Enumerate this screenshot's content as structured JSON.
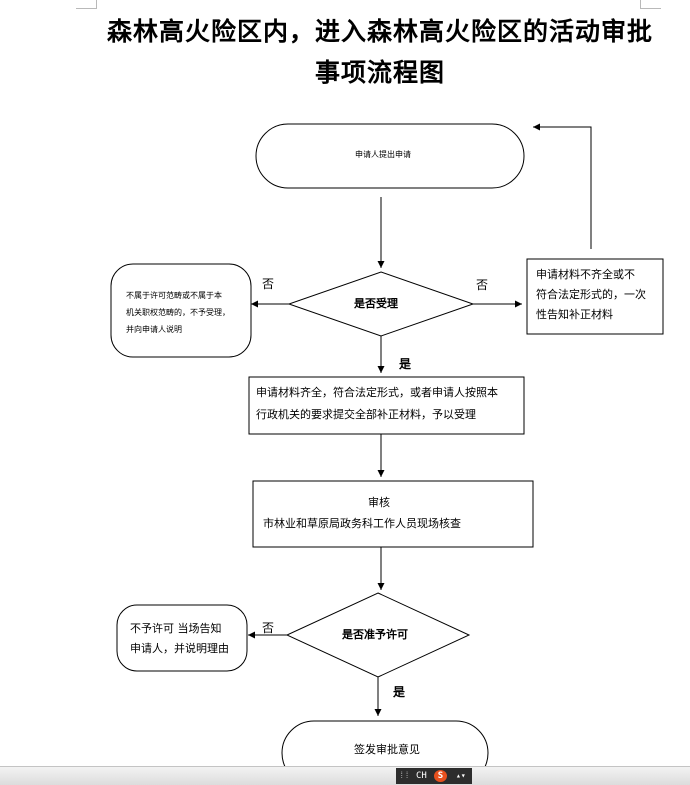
{
  "title": {
    "line1": "森林高火险区内，进入森林高火险区的活动审批",
    "line2": "事项流程图"
  },
  "flow": {
    "start": "申请人提出申请",
    "decision1": "是否受理",
    "no_left_label": "否",
    "no_right_label": "否",
    "reject1": [
      "不属于许可范畴或不属于本",
      "机关职权范畴的，不予受理，",
      "并向申请人说明"
    ],
    "supplement": [
      "申请材料不齐全或不",
      "符合法定形式的，一次",
      "性告知补正材料"
    ],
    "yes1_label": "是",
    "accept": [
      "申请材料齐全，符合法定形式，或者申请人按照本",
      "行政机关的要求提交全部补正材料，予以受理"
    ],
    "review": [
      "审核",
      "市林业和草原局政务科工作人员现场核查"
    ],
    "decision2": "是否准予许可",
    "no2_label": "否",
    "reject2": [
      "不予许可  当场告知",
      "申请人，并说明理由"
    ],
    "yes2_label": "是",
    "end": "签发审批意见"
  },
  "taskbar": {
    "ime_label": "CH",
    "ime_logo": "S"
  }
}
